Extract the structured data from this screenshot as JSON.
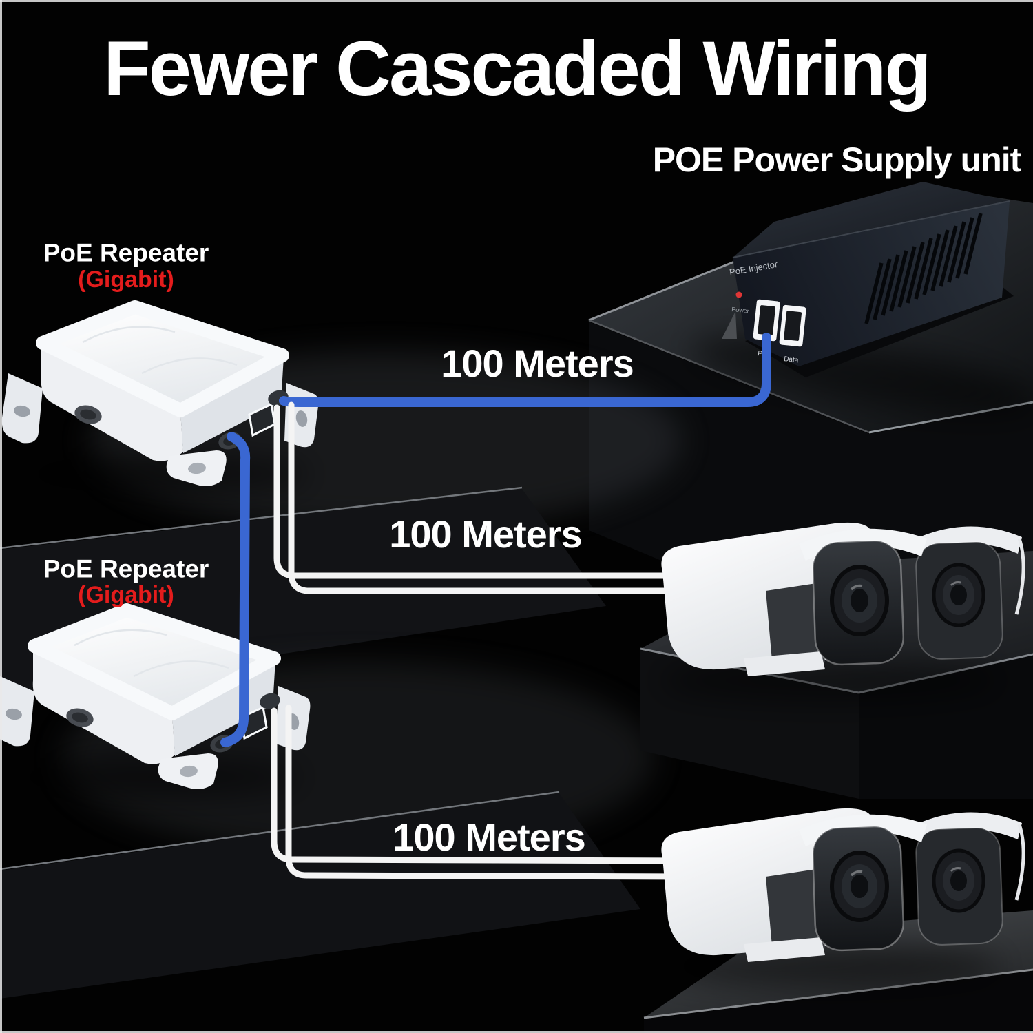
{
  "title": "Fewer Cascaded Wiring",
  "power_supply": {
    "label": "POE Power Supply unit",
    "device_text": "PoE Injector",
    "led_label": "Power",
    "port_labels": [
      "PoE",
      "Data"
    ]
  },
  "repeaters": [
    {
      "name": "PoE Repeater",
      "spec": "(Gigabit)"
    },
    {
      "name": "PoE Repeater",
      "spec": "(Gigabit)"
    }
  ],
  "distances": [
    {
      "label": "100 Meters"
    },
    {
      "label": "100 Meters"
    },
    {
      "label": "100 Meters"
    }
  ],
  "connections": [
    {
      "from": "POE power supply unit",
      "to": "PoE repeater 1",
      "cable": "blue",
      "distance_label": "100 Meters"
    },
    {
      "from": "PoE repeater 1",
      "to": "PoE repeater 2",
      "cable": "blue",
      "distance_label": ""
    },
    {
      "from": "PoE repeater 1",
      "to": "camera pair 1",
      "cable": "white",
      "distance_label": "100 Meters"
    },
    {
      "from": "PoE repeater 2",
      "to": "camera pair 2",
      "cable": "white",
      "distance_label": "100 Meters"
    }
  ],
  "colors": {
    "background": "#020202",
    "cable_blue": "#3a67d2",
    "cable_white": "#f4f4f4",
    "accent_red": "#e41c1c",
    "text_white": "#ffffff",
    "device_white": "#f5f7f9",
    "injector_black": "#14181f"
  }
}
